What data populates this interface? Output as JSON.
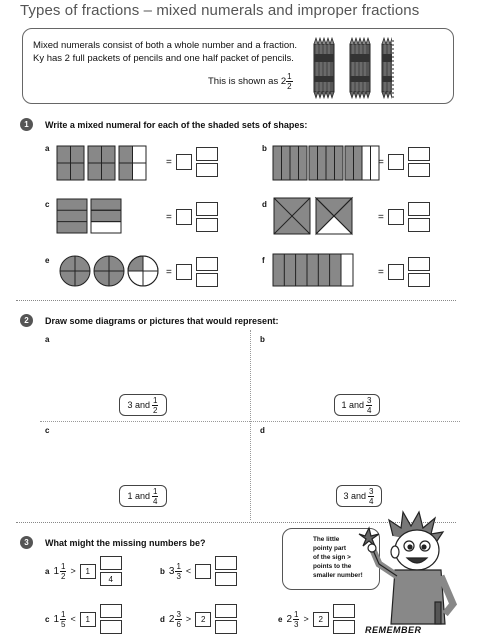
{
  "title": "Types of fractions – mixed numerals and improper fractions",
  "intro": {
    "line1": "Mixed numerals consist of both a whole number and a fraction.",
    "line2": "Ky has 2 full packets of pencils and one half packet of pencils.",
    "line3": "This is shown as 2",
    "frac_num": "1",
    "frac_den": "2"
  },
  "q1": {
    "number": "1",
    "instruction": "Write a mixed numeral for each of the shaded sets of shapes:",
    "labels": [
      "a",
      "b",
      "c",
      "d",
      "e",
      "f"
    ],
    "equals": "="
  },
  "q2": {
    "number": "2",
    "instruction": "Draw some diagrams or pictures that would represent:",
    "items": [
      {
        "label": "a",
        "whole": "3 and",
        "num": "1",
        "den": "2"
      },
      {
        "label": "b",
        "whole": "1 and",
        "num": "3",
        "den": "4"
      },
      {
        "label": "c",
        "whole": "1 and",
        "num": "1",
        "den": "4"
      },
      {
        "label": "d",
        "whole": "3 and",
        "num": "3",
        "den": "4"
      }
    ]
  },
  "q3": {
    "number": "3",
    "instruction": "What might the missing numbers be?",
    "items": [
      {
        "label": "a",
        "whole": "1",
        "num": "1",
        "den": "2",
        "sign": ">",
        "given_whole": "1",
        "given_den": "4"
      },
      {
        "label": "b",
        "whole": "3",
        "num": "1",
        "den": "3",
        "sign": "<"
      },
      {
        "label": "c",
        "whole": "1",
        "num": "1",
        "den": "5",
        "sign": "<",
        "given_whole": "1"
      },
      {
        "label": "d",
        "whole": "2",
        "num": "3",
        "den": "6",
        "sign": ">",
        "given_whole": "2"
      },
      {
        "label": "e",
        "whole": "2",
        "num": "1",
        "den": "3",
        "sign": ">",
        "given_whole": "2"
      }
    ]
  },
  "bubble": {
    "line1": "The little",
    "line2": "pointy part",
    "line3": "of the sign >",
    "line4": "points to the",
    "line5": "smaller number!"
  },
  "remember": "REMEMBER"
}
